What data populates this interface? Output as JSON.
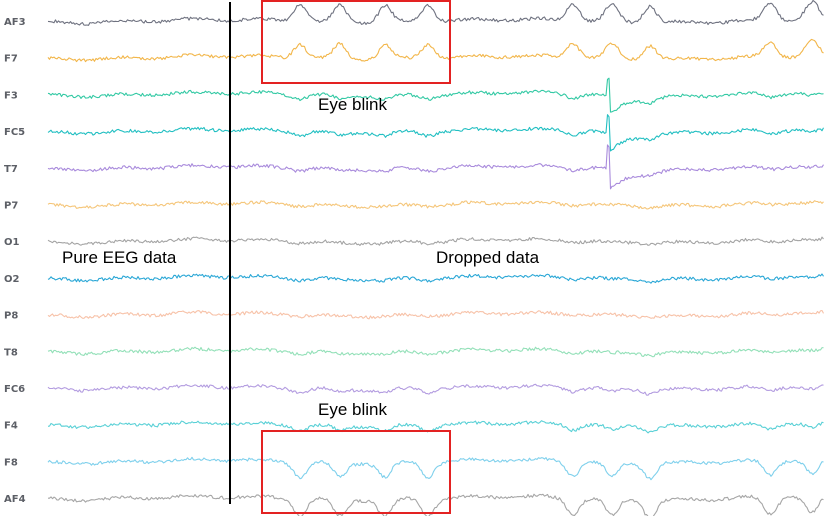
{
  "chart_data": {
    "type": "line",
    "title": "",
    "xlabel": "",
    "ylabel": "",
    "grid": false,
    "legend": "none",
    "channels": [
      {
        "name": "AF3",
        "color": "#6f7280",
        "blink_strength": 1.0
      },
      {
        "name": "F7",
        "color": "#f2b64a",
        "blink_strength": 0.85
      },
      {
        "name": "F3",
        "color": "#33c9a4",
        "blink_strength": 0.2
      },
      {
        "name": "FC5",
        "color": "#22bfc2",
        "blink_strength": 0.2
      },
      {
        "name": "T7",
        "color": "#a98bdc",
        "blink_strength": 0.12
      },
      {
        "name": "P7",
        "color": "#f5c67a",
        "blink_strength": 0.03
      },
      {
        "name": "O1",
        "color": "#a4a4a4",
        "blink_strength": 0.05
      },
      {
        "name": "O2",
        "color": "#2aa7d6",
        "blink_strength": 0.08
      },
      {
        "name": "P8",
        "color": "#f7c2a8",
        "blink_strength": 0.02
      },
      {
        "name": "T8",
        "color": "#93e0b8",
        "blink_strength": 0.1
      },
      {
        "name": "FC6",
        "color": "#b39ce0",
        "blink_strength": 0.2
      },
      {
        "name": "F4",
        "color": "#59d0d6",
        "blink_strength": 0.3
      },
      {
        "name": "F8",
        "color": "#7fd0ec",
        "blink_strength": 0.85
      },
      {
        "name": "AF4",
        "color": "#a6a6a6",
        "blink_strength": 1.0
      }
    ],
    "annotations": {
      "left_region_label": "Pure EEG data",
      "right_region_label": "Dropped data",
      "blink_label_top": "Eye blink",
      "blink_label_bottom": "Eye blink"
    },
    "colors": {
      "divider": "#000000",
      "highlight_box": "#e32222",
      "label_text": "#5c5f66"
    }
  }
}
